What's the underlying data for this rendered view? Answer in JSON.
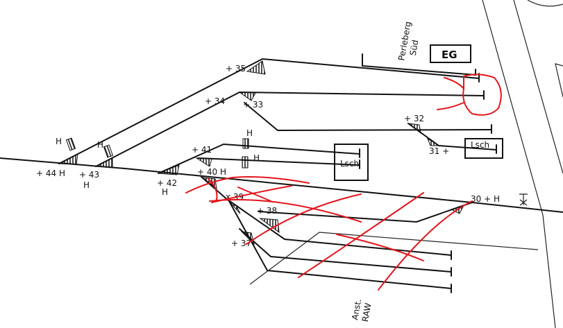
{
  "station": {
    "name_line1": "Perleberg",
    "name_line2": "Süd",
    "building": "EG"
  },
  "sheds": [
    "Lsch",
    "Lsch"
  ],
  "siding": {
    "line1": "Anst.",
    "line2": "RAW"
  },
  "switches": [
    "+ 35",
    "+ 34",
    "+ 33",
    "+ 32",
    "31 +",
    "+ 41",
    "+ 40 H",
    "+ 44 H",
    "+ 43",
    "+ 42",
    "x 39",
    "+ 38",
    "+ 37",
    "30 + H"
  ],
  "signal_marks": [
    "H",
    "H",
    "H",
    "H",
    "H",
    "H"
  ],
  "colors": {
    "ink": "#111111",
    "markup": "#e4141a"
  }
}
